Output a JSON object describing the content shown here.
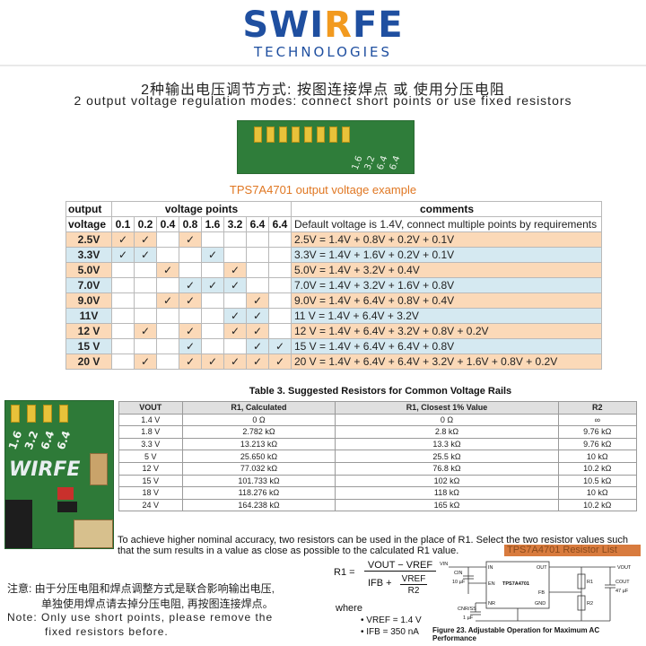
{
  "brand": {
    "name_left": "SWI",
    "name_accent": "R",
    "name_right": "FE",
    "sub": "TECHNOLOGIES"
  },
  "title": {
    "cn": "2种输出电压调节方式: 按图连接焊点 或 使用分压电阻",
    "en": "2 output voltage regulation modes: connect short points or use fixed resistors"
  },
  "pcb_top_labels": [
    "1.6",
    "3.2",
    "6.4",
    "6.4"
  ],
  "example_title": "TPS7A4701 output voltage example",
  "voltage_table": {
    "h1": [
      "output",
      "voltage points",
      "comments"
    ],
    "h2_first": "voltage",
    "points": [
      "0.1",
      "0.2",
      "0.4",
      "0.8",
      "1.6",
      "3.2",
      "6.4",
      "6.4"
    ],
    "default_comment": "Default voltage is 1.4V, connect multiple points by requirements",
    "check": "✓",
    "rows": [
      {
        "v": "2.5V",
        "c": "2.5V = 1.4V + 0.8V + 0.2V + 0.1V",
        "pts": [
          1,
          1,
          0,
          1,
          0,
          0,
          0,
          0
        ],
        "tone": "orange"
      },
      {
        "v": "3.3V",
        "c": "3.3V = 1.4V + 1.6V + 0.2V + 0.1V",
        "pts": [
          1,
          1,
          0,
          0,
          1,
          0,
          0,
          0
        ],
        "tone": "blue"
      },
      {
        "v": "5.0V",
        "c": "5.0V = 1.4V + 3.2V + 0.4V",
        "pts": [
          0,
          0,
          1,
          0,
          0,
          1,
          0,
          0
        ],
        "tone": "orange"
      },
      {
        "v": "7.0V",
        "c": "7.0V = 1.4V + 3.2V + 1.6V + 0.8V",
        "pts": [
          0,
          0,
          0,
          1,
          1,
          1,
          0,
          0
        ],
        "tone": "blue"
      },
      {
        "v": "9.0V",
        "c": "9.0V = 1.4V + 6.4V + 0.8V + 0.4V",
        "pts": [
          0,
          0,
          1,
          1,
          0,
          0,
          1,
          0
        ],
        "tone": "orange"
      },
      {
        "v": "11V",
        "c": "11 V = 1.4V + 6.4V + 3.2V",
        "pts": [
          0,
          0,
          0,
          0,
          0,
          1,
          1,
          0
        ],
        "tone": "blue"
      },
      {
        "v": "12 V",
        "c": "12 V = 1.4V + 6.4V + 3.2V + 0.8V + 0.2V",
        "pts": [
          0,
          1,
          0,
          1,
          0,
          1,
          1,
          0
        ],
        "tone": "orange"
      },
      {
        "v": "15 V",
        "c": "15 V = 1.4V + 6.4V + 6.4V + 0.8V",
        "pts": [
          0,
          0,
          0,
          1,
          0,
          0,
          1,
          1
        ],
        "tone": "blue"
      },
      {
        "v": "20 V",
        "c": "20 V = 1.4V + 6.4V + 6.4V + 3.2V + 1.6V + 0.8V + 0.2V",
        "pts": [
          0,
          1,
          0,
          1,
          1,
          1,
          1,
          1
        ],
        "tone": "orange"
      }
    ]
  },
  "pcb_left": {
    "labels": [
      "1.6",
      "3.2",
      "6.4",
      "6.4"
    ],
    "brand": "WIRFE"
  },
  "table3": {
    "title": "Table 3. Suggested Resistors for Common Voltage Rails",
    "headers": [
      "VOUT",
      "R1, Calculated",
      "R1, Closest 1% Value",
      "R2"
    ],
    "rows": [
      [
        "1.4 V",
        "0 Ω",
        "0 Ω",
        "∞"
      ],
      [
        "1.8 V",
        "2.782 kΩ",
        "2.8 kΩ",
        "9.76 kΩ"
      ],
      [
        "3.3 V",
        "13.213 kΩ",
        "13.3 kΩ",
        "9.76 kΩ"
      ],
      [
        "5 V",
        "25.650 kΩ",
        "25.5 kΩ",
        "10 kΩ"
      ],
      [
        "12 V",
        "77.032 kΩ",
        "76.8 kΩ",
        "10.2 kΩ"
      ],
      [
        "15 V",
        "101.733 kΩ",
        "102 kΩ",
        "10.5 kΩ"
      ],
      [
        "18 V",
        "118.276 kΩ",
        "118 kΩ",
        "10 kΩ"
      ],
      [
        "24 V",
        "164.238 kΩ",
        "165 kΩ",
        "10.2 kΩ"
      ]
    ]
  },
  "paragraph": "To achieve higher nominal accuracy, two resistors can be used in the place of R1. Select the two resistor values such that the sum results in a value as close as possible to the calculated R1 value.",
  "tag": "TPS7A4701 Resistor List",
  "formula": {
    "lhs": "R1 =",
    "num": "VOUT − VREF",
    "den_a": "IFB +",
    "den_num": "VREF",
    "den_den": "R2",
    "where": "where",
    "b1": "VREF = 1.4 V",
    "b2": "IFB = 350 nA"
  },
  "note": {
    "cn1": "注意: 由于分压电阻和焊点调整方式是联合影响输出电压,",
    "cn2": "单独使用焊点请去掉分压电阻, 再按图连接焊点。",
    "en1": "Note: Only use short points, please remove the",
    "en2": "fixed resistors before."
  },
  "circuit": {
    "chip": "TPS7A4701",
    "pins": [
      "IN",
      "OUT",
      "EN",
      "FB",
      "NR",
      "GND"
    ],
    "vin": "VIN",
    "vout": "VOUT",
    "cin": "CIN",
    "cin_val": "10 µF",
    "cout": "COUT",
    "cout_val": "47 µF",
    "cnr": "CNR/SS",
    "cnr_val": "1 µF",
    "r1": "R1",
    "r2": "R2"
  },
  "figure_caption": "Figure 23. Adjustable Operation for Maximum AC Performance"
}
